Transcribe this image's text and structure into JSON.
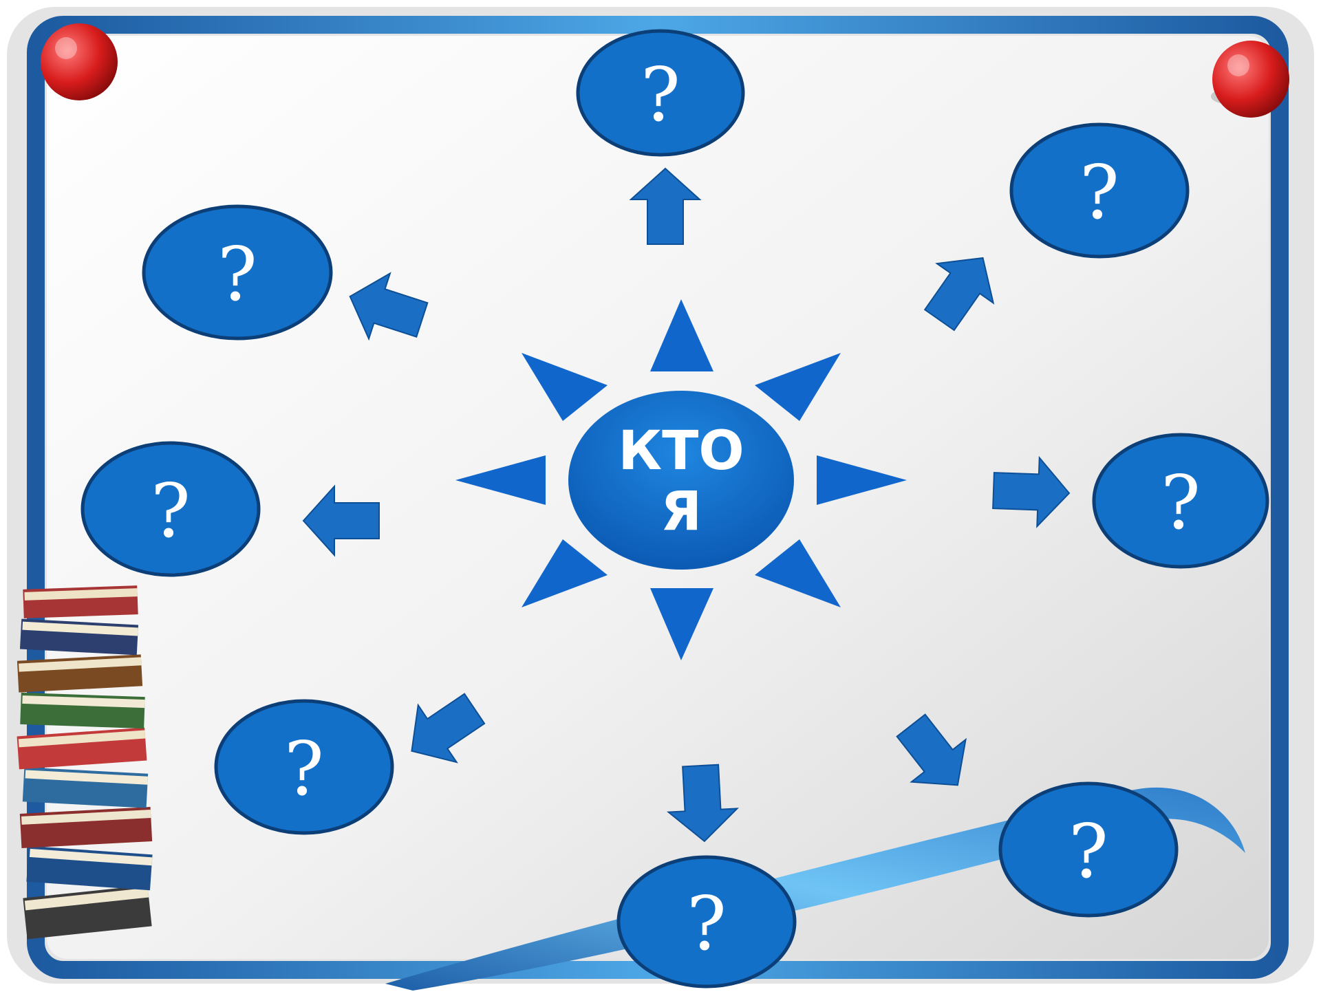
{
  "center": {
    "line1": "КТО",
    "line2": "Я"
  },
  "nodes": [
    {
      "id": "top",
      "label": "?"
    },
    {
      "id": "top-right",
      "label": "?"
    },
    {
      "id": "upper-left",
      "label": "?"
    },
    {
      "id": "right",
      "label": "?"
    },
    {
      "id": "left",
      "label": "?"
    },
    {
      "id": "lower-left",
      "label": "?"
    },
    {
      "id": "bottom-right",
      "label": "?"
    },
    {
      "id": "bottom",
      "label": "?"
    }
  ],
  "colors": {
    "node_fill": "#1370c8",
    "node_stroke": "#0c3f77",
    "arrow_fill": "#1a6fc4",
    "ray_fill": "#1166cc",
    "board_frame": "#2a6db3",
    "pin": "#d81c1c"
  },
  "icons": {
    "pins": "push-pin-icon",
    "books": "book-stack-icon"
  }
}
